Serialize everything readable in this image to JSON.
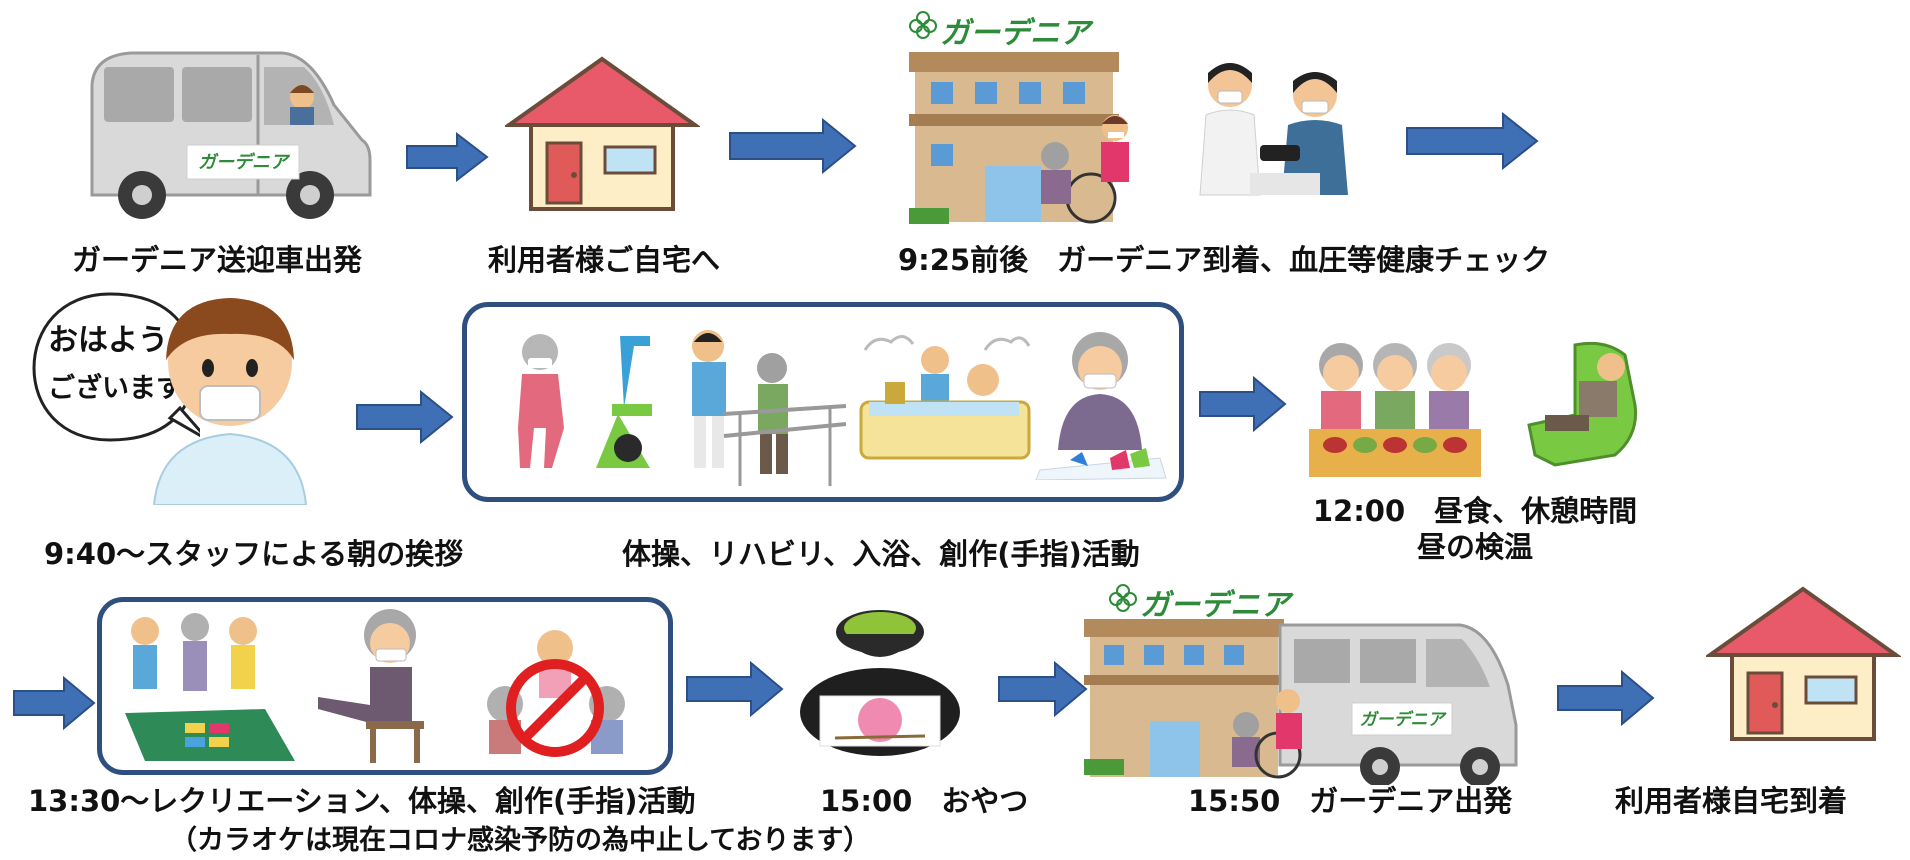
{
  "brand": {
    "name": "ガーデニア"
  },
  "speech_bubble": {
    "line1": "おはよう",
    "line2": "ございます！"
  },
  "captions": {
    "depart_vehicle": "ガーデニア送迎車出発",
    "to_home": "利用者様ご自宅へ",
    "arrival_check": "9:25前後　ガーデニア到着、血圧等健康チェック",
    "greeting": "9:40～スタッフによる朝の挨拶",
    "morning_activities": "体操、リハビリ、入浴、創作(手指)活動",
    "lunch_line1": "12:00　昼食、休憩時間",
    "lunch_line2": "昼の検温",
    "afternoon_activities": "13:30～レクリエーション、体操、創作(手指)活動",
    "afternoon_note": "（カラオケは現在コロナ感染予防の為中止しております）",
    "snack": "15:00　おやつ",
    "depart_facility": "15:50　ガーデニア出発",
    "home_arrival": "利用者様自宅到着"
  },
  "colors": {
    "arrow": "#3f6fb5",
    "arrow_stroke": "#2c4f86",
    "frame": "#2f4f7f",
    "roof": "#e85a6a",
    "house_wall": "#fdeec7",
    "brand_green": "#2e8b3a"
  },
  "icons": [
    "van-icon",
    "house-icon",
    "facility-icon",
    "health-check-icon",
    "staff-greeting-icon",
    "exercise-bike-icon",
    "rehab-bars-icon",
    "bath-icon",
    "craft-icon",
    "lunch-icon",
    "massage-chair-icon",
    "recreation-icon",
    "chair-exercise-icon",
    "no-karaoke-icon",
    "snack-icon"
  ]
}
